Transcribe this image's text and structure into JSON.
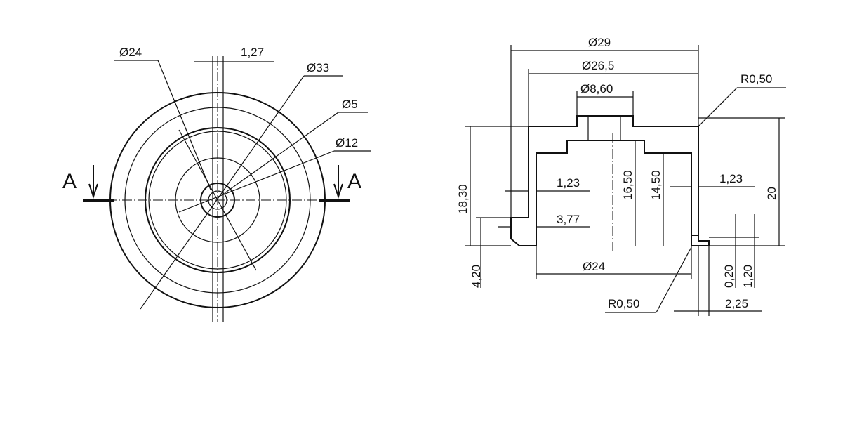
{
  "front_view": {
    "section_marks": [
      "A",
      "A"
    ],
    "dims": {
      "d24": "Ø24",
      "w127": "1,27",
      "d33": "Ø33",
      "d5": "Ø5",
      "d12": "Ø12"
    }
  },
  "section_view": {
    "dims": {
      "d29": "Ø29",
      "d265": "Ø26,5",
      "d860": "Ø8,60",
      "r050_top": "R0,50",
      "h1830": "18,30",
      "h420": "4,20",
      "w123_left": "1,23",
      "w377": "3,77",
      "h1650": "16,50",
      "h1450": "14,50",
      "w123_right": "1,23",
      "h20": "20",
      "h020": "0,20",
      "h120": "1,20",
      "d24": "Ø24",
      "r050_bottom": "R0,50",
      "w225": "2,25"
    }
  },
  "colors": {
    "body_fill": "#a8a8a8",
    "line": "#111111",
    "background": "#ffffff"
  }
}
